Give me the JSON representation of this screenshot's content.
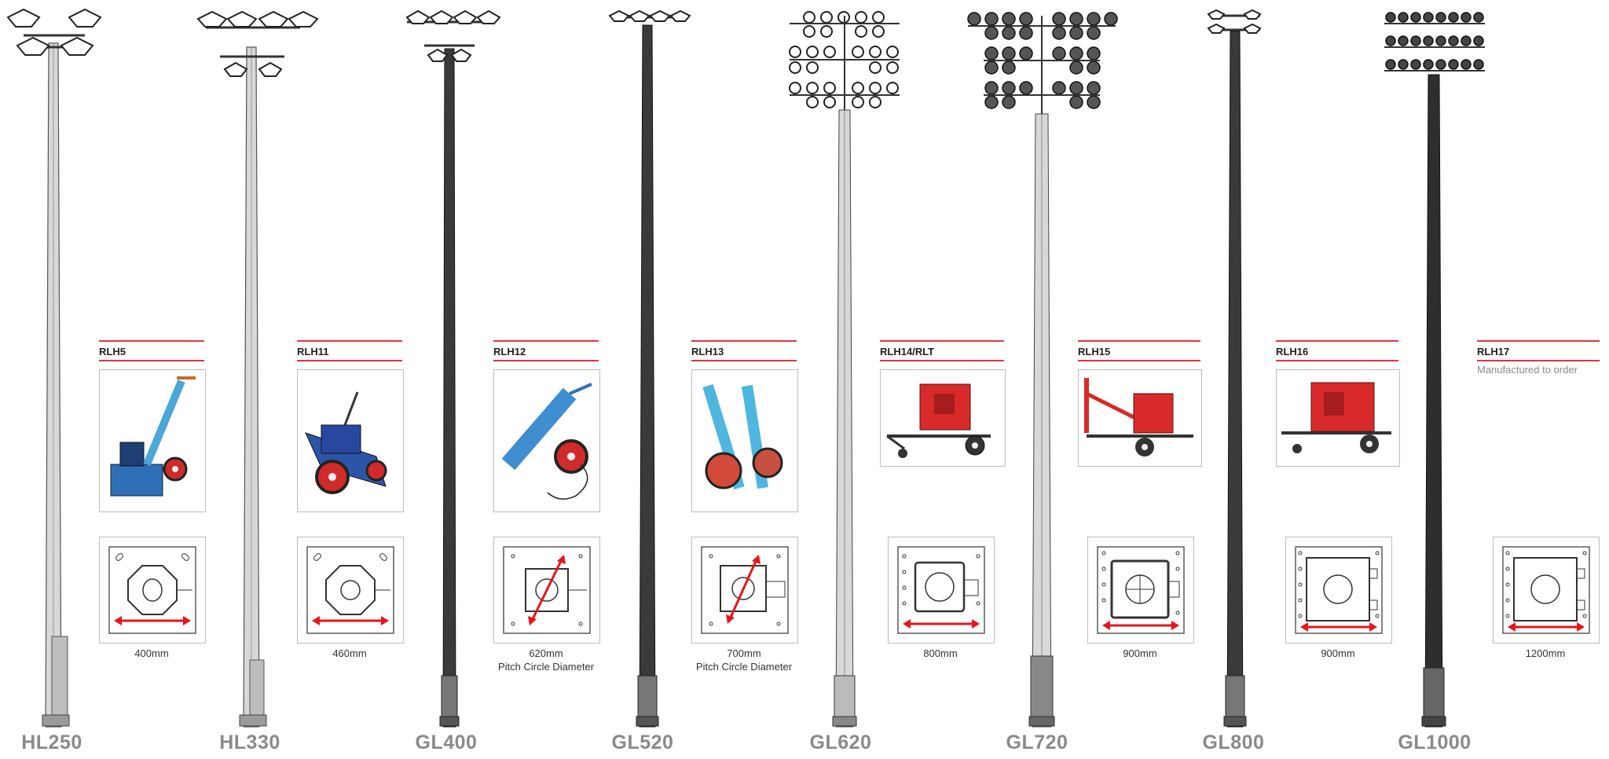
{
  "masts": [
    {
      "model": "HL250"
    },
    {
      "model": "HL330"
    },
    {
      "model": "GL400"
    },
    {
      "model": "GL520"
    },
    {
      "model": "GL620"
    },
    {
      "model": "GL720"
    },
    {
      "model": "GL800"
    },
    {
      "model": "GL1000"
    }
  ],
  "cards": [
    {
      "title": "RLH5",
      "photo_icon": "hydraulic-lift-trolley-icon",
      "base_size": "400mm",
      "base_note": ""
    },
    {
      "title": "RLH11",
      "photo_icon": "blue-winch-trolley-icon",
      "base_size": "460mm",
      "base_note": ""
    },
    {
      "title": "RLH12",
      "photo_icon": "blue-winch-trolley-icon",
      "base_size": "620mm",
      "base_note": "Pitch Circle Diameter"
    },
    {
      "title": "RLH13",
      "photo_icon": "twin-cylinder-trolley-icon",
      "base_size": "700mm",
      "base_note": "Pitch Circle Diameter"
    },
    {
      "title": "RLH14/RLT",
      "photo_icon": "red-trailer-unit-icon",
      "base_size": "800mm",
      "base_note": ""
    },
    {
      "title": "RLH15",
      "photo_icon": "red-trailer-crane-icon",
      "base_size": "900mm",
      "base_note": ""
    },
    {
      "title": "RLH16",
      "photo_icon": "red-trailer-unit-icon",
      "base_size": "900mm",
      "base_note": ""
    },
    {
      "title": "RLH17",
      "note": "Manufactured to order",
      "base_size": "1200mm",
      "base_note": ""
    }
  ],
  "colors": {
    "accent_rule": "#e2343c",
    "dimension_arrow": "#e8141c",
    "model_label": "#8a8a8a"
  }
}
